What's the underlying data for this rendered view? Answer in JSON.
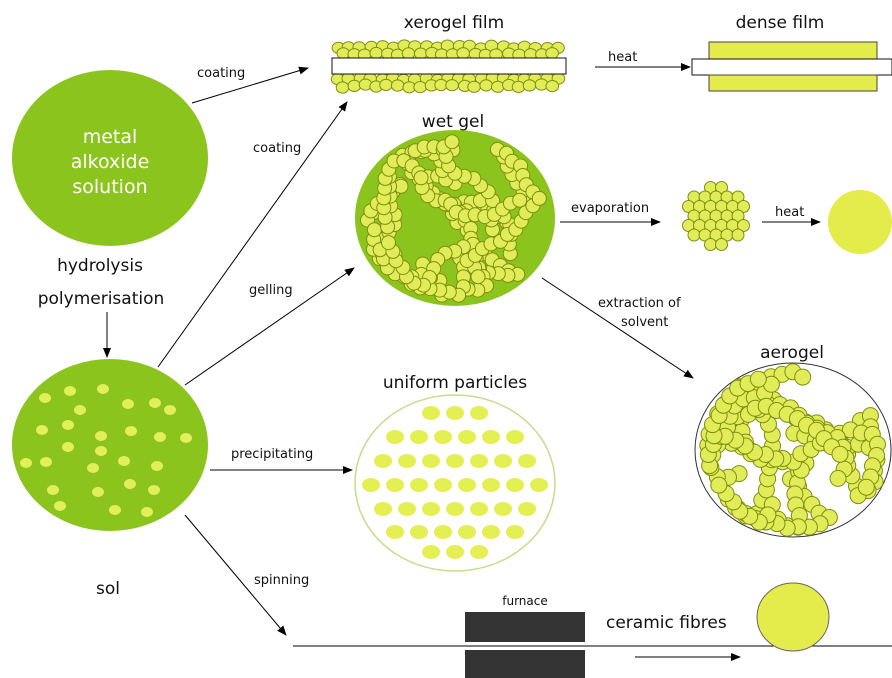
{
  "source": {
    "lines": [
      "metal",
      "alkoxide",
      "solution"
    ]
  },
  "process": {
    "step_1": "hydrolysis",
    "step_2": "polymerisation"
  },
  "sol": {
    "label": "sol"
  },
  "products": {
    "xerogel_film": "xerogel film",
    "dense_film": "dense film",
    "wet_gel": "wet gel",
    "aerogel": "aerogel",
    "uniform_particles": "uniform particles",
    "ceramic_fibres": "ceramic fibres",
    "furnace": "furnace"
  },
  "transitions": {
    "coating_film": "coating",
    "coating_sol": "coating",
    "gelling": "gelling",
    "precipitating": "precipitating",
    "spinning": "spinning",
    "heat_film": "heat",
    "heat_gel": "heat",
    "evaporation": "evaporation",
    "extraction": [
      "extraction of",
      "solvent"
    ]
  },
  "colors": {
    "green": "#8cc41e",
    "bead": "#e1ec58",
    "bead_stroke": "#7d8f12",
    "sol_dot": "#e2ee5a",
    "uniform_dot": "#e3ef52",
    "film": "#e4ec4c",
    "furnace": "#333333"
  }
}
